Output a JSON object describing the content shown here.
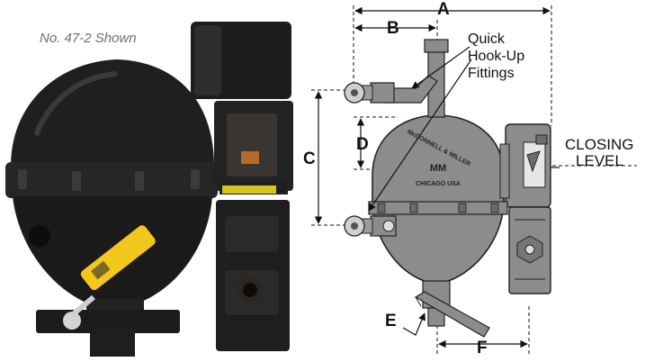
{
  "caption": "No. 47-2 Shown",
  "dimensions": {
    "a": "A",
    "b": "B",
    "c": "C",
    "d": "D",
    "e": "E",
    "f": "F"
  },
  "callouts": {
    "fittings_line1": "Quick",
    "fittings_line2": "Hook-Up",
    "fittings_line3": "Fittings",
    "closing_line1": "CLOSING",
    "closing_line2": "LEVEL"
  },
  "body_markings": {
    "brand": "McDONNELL & MILLER",
    "logo": "MM",
    "city": "CHICAGO USA"
  },
  "colors": {
    "product_black": "#1d1d1d",
    "handle_yellow": "#f2c81a",
    "drawing_gray": "#8c8c8c",
    "line": "#111111"
  }
}
